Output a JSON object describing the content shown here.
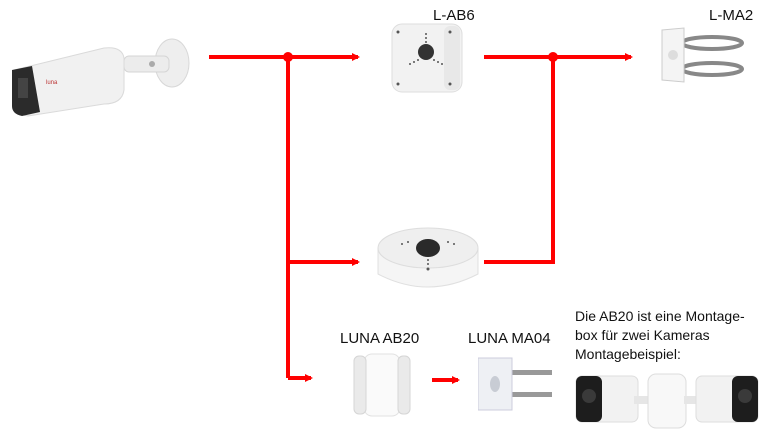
{
  "diagram": {
    "title": "Camera mounting accessories",
    "accent_color": "#ff0000",
    "nodes": {
      "camera": {
        "label": "",
        "icon": "bullet-camera",
        "brand_mark": "luna"
      },
      "ab6": {
        "label": "L-AB6",
        "icon": "square-junction-box"
      },
      "ma2": {
        "label": "L-MA2",
        "icon": "pole-mount-bracket"
      },
      "round_box": {
        "label": "",
        "icon": "round-junction-box"
      },
      "ab20": {
        "label": "LUNA AB20",
        "icon": "dual-camera-mount-box"
      },
      "ma04": {
        "label": "LUNA MA04",
        "icon": "pole-mount-bracket"
      }
    },
    "note": {
      "lines": [
        "Die AB20 ist eine Montage-",
        "box für zwei Kameras",
        "Montagebeispiel:"
      ]
    },
    "edges": [
      {
        "from": "camera",
        "to": "ab6"
      },
      {
        "from": "camera",
        "to": "round_box"
      },
      {
        "from": "camera",
        "to": "ab20"
      },
      {
        "from": "ab6",
        "to": "ma2"
      },
      {
        "from": "round_box",
        "to": "ma2"
      },
      {
        "from": "ab20",
        "to": "ma04"
      }
    ]
  }
}
